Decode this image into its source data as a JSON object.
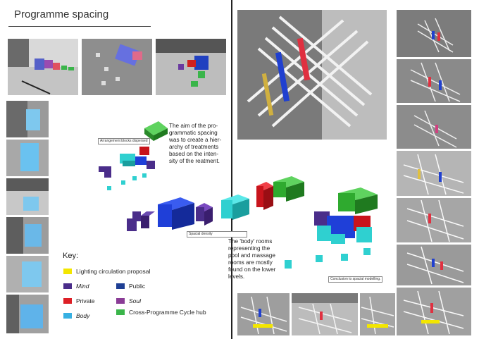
{
  "page": {
    "title": "Programme spacing"
  },
  "labels": {
    "arrangement": "Arrangement blocks dispersed",
    "density": "Spacial density",
    "conclusion": "Conclusion to spacial modelling."
  },
  "text": {
    "aim": [
      "The aim of the pro-",
      "grammatic spacing",
      "was to create a hier-",
      "archy of treatments",
      "based on the inten-",
      "sity of the reatment."
    ],
    "body": [
      "The 'body' rooms",
      "representing the",
      "pool and massage",
      "rooms are mostly",
      "found on the lower",
      "levels."
    ]
  },
  "key": {
    "title": "Key:",
    "items": [
      {
        "label": "Lighting circulation proposal",
        "color": "#f3e600",
        "italic": false
      },
      {
        "label": "Mind",
        "color": "#4a2d8a",
        "italic": true
      },
      {
        "label": "Public",
        "color": "#1e3f94",
        "italic": false
      },
      {
        "label": "Private",
        "color": "#dd1f26",
        "italic": false
      },
      {
        "label": "Soul",
        "color": "#8a3c96",
        "italic": true
      },
      {
        "label": "Body",
        "color": "#37b0e2",
        "italic": true
      },
      {
        "label": "Cross-Programme Cycle hub",
        "color": "#3ab54a",
        "italic": false
      }
    ]
  },
  "colors": {
    "mind": "#4a2d8a",
    "public": "#1f3fd8",
    "private": "#d4161e",
    "body": "#2fd0d0",
    "green": "#2faa2f",
    "yellow": "#f3e600"
  }
}
